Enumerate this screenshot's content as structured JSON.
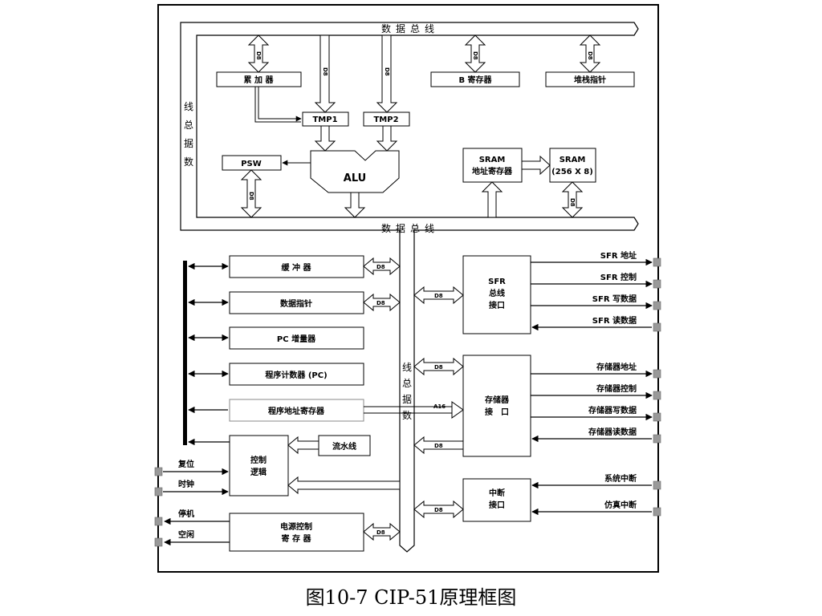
{
  "caption": "图10-7 CIP-51原理框图",
  "bus_top": {
    "label": "数据总线"
  },
  "bus_left": {
    "chars": [
      "数",
      "据",
      "总",
      "线"
    ]
  },
  "bus_mid": {
    "label": "数据总线"
  },
  "bus_vertical": {
    "chars": [
      "数",
      "据",
      "总",
      "线"
    ]
  },
  "blocks": {
    "accumulator": "累 加 器",
    "b_register": "B 寄存器",
    "stack_pointer": "堆栈指针",
    "tmp1": "TMP1",
    "tmp2": "TMP2",
    "psw": "PSW",
    "alu": "ALU",
    "sram_addr_1": "SRAM",
    "sram_addr_2": "地址寄存器",
    "sram_1": "SRAM",
    "sram_2": "(256 X 8)",
    "buffer": "缓 冲 器",
    "data_pointer": "数据指针",
    "pc_incrementer": "PC 增量器",
    "program_counter": "程序计数器 (PC)",
    "program_addr_reg": "程序地址寄存器",
    "control_1": "控制",
    "control_2": "逻辑",
    "pipeline": "流水线",
    "power_1": "电源控制",
    "power_2": "寄 存 器",
    "sfr_1": "SFR",
    "sfr_2": "总线",
    "sfr_3": "接口",
    "mem_1": "存储器",
    "mem_2": "接　口",
    "int_1": "中断",
    "int_2": "接口"
  },
  "bus_widths": {
    "d8": "D8",
    "a16": "A16"
  },
  "signals": {
    "sfr_addr": "SFR 地址",
    "sfr_ctrl": "SFR 控制",
    "sfr_write": "SFR 写数据",
    "sfr_read": "SFR 读数据",
    "mem_addr": "存储器地址",
    "mem_ctrl": "存储器控制",
    "mem_write": "存储器写数据",
    "mem_read": "存储器读数据",
    "sys_int": "系统中断",
    "emu_int": "仿真中断",
    "reset": "复位",
    "clock": "时钟",
    "stop": "停机",
    "idle": "空闲"
  }
}
